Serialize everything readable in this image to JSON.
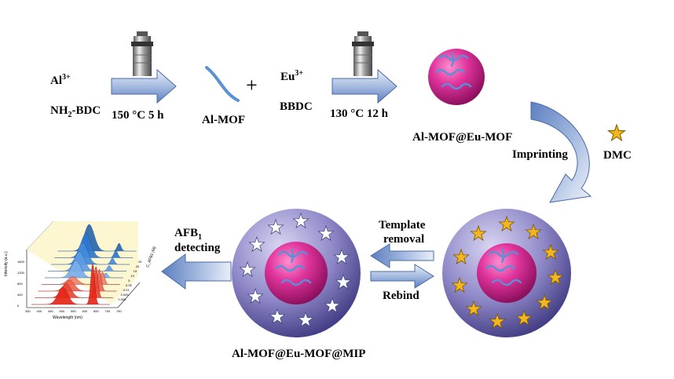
{
  "reactants_1": {
    "ion": "Al",
    "ion_charge": "3+",
    "ligand_prefix": "NH",
    "ligand_sub": "2",
    "ligand_suffix": "-BDC"
  },
  "step_1_condition": "150 °C 5 h",
  "product_1": "Al-MOF",
  "plus_sign": "+",
  "reactants_2": {
    "ion": "Eu",
    "ion_charge": "3+",
    "ligand": "BBDC"
  },
  "step_2_condition": "130 °C 12 h",
  "product_2": "Al-MOF@Eu-MOF",
  "imprinting_label": "Imprinting",
  "template_label": "DMC",
  "template_removal_line1": "Template",
  "template_removal_line2": "removal",
  "rebind_label": "Rebind",
  "product_3": "Al-MOF@Eu-MOF@MIP",
  "detection": {
    "prefix": "AFB",
    "sub": "1",
    "line2": "detecting"
  },
  "spectrum_inset": {
    "xlabel": "Wavelength (nm)",
    "ylabel": "Intensity (a.u.)",
    "zlabel": "C_AFB1 (M)",
    "x_ticks": [
      "350",
      "400",
      "450",
      "500",
      "550",
      "600",
      "650",
      "700",
      "750"
    ],
    "y_ticks": [
      "0",
      "400",
      "800",
      "1200",
      "1600"
    ],
    "z_ticks": [
      "25",
      "20",
      "15",
      "10",
      "5",
      "0.05",
      "0.01",
      "0.005",
      "0.000"
    ]
  },
  "colors": {
    "arrow_fill": "#7f9ed0",
    "arrow_light": "#e9eff8",
    "core_pink": "#e0349c",
    "shell_purple": "#8e88c8",
    "star_gold": "#f3b61c",
    "star_white": "#ffffff",
    "fiber_blue": "#5b8fd6",
    "highlight_box": "#fbf6c9"
  },
  "icons": [
    "autoclave-icon",
    "star-icon",
    "arrow-icon"
  ]
}
